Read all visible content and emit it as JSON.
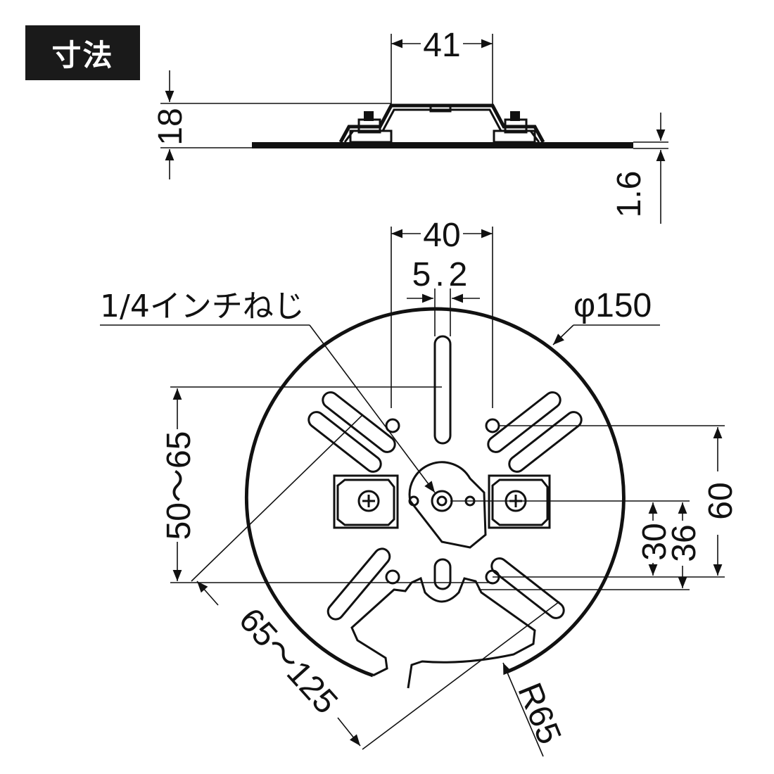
{
  "header": {
    "title": "寸法"
  },
  "side_view": {
    "width_label": "41",
    "height_label": "18",
    "thickness_label": "1.6"
  },
  "top_view": {
    "spacing_label": "40",
    "slot_width_label": "5.2",
    "screw_label": "1/4インチねじ",
    "diameter_label": "φ150",
    "vertical_range_label": "50〜65",
    "right_height_label": "60",
    "offset_a_label": "30",
    "offset_b_label": "36",
    "diagonal_range_label": "65〜125",
    "radius_label": "R65"
  }
}
